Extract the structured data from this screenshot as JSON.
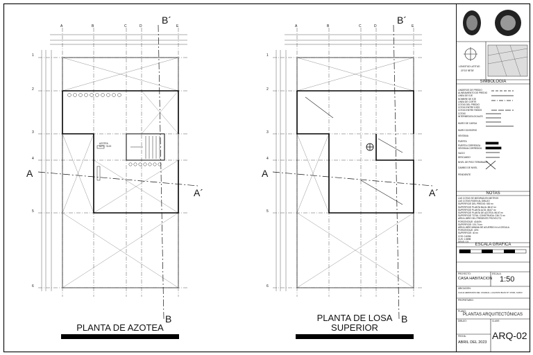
{
  "plans": [
    {
      "title": "PLANTA DE AZOTEA",
      "cut_label": "B"
    },
    {
      "title": "PLANTA DE LOSA\nSUPERIOR",
      "cut_label": "B"
    }
  ],
  "grid": {
    "columns": [
      "A",
      "B",
      "C",
      "D",
      "E"
    ],
    "rows": [
      "1",
      "2",
      "3",
      "4",
      "5",
      "6"
    ]
  },
  "section_marks": {
    "b_prime": "B´",
    "a": "A",
    "a_prime": "A´"
  },
  "plan_labels": {
    "azotea_note": "AZOTEA\nN.P.T. +6.00"
  },
  "title_block": {
    "simbologia_header": "SIMBOLOGIA",
    "simbologia_items": [
      "LINDEROS DE PREDIO",
      "ALINEAMIENTO DE PREDIO",
      "LINEA DE EJE",
      "NOMBRE DE EJE",
      "LINEA DE CORTE",
      "COTAS DEL PREDIO",
      "COTAS ENTRE EJES",
      "COTAS ENTRE PAÑOS",
      "COTAS INTERMEDIO/LOCALES",
      "MURO DE CARGA",
      "MURO DIVISORIO",
      "VENTANA",
      "PUERTA",
      "PUERTA CORREDIZA",
      "VENTANA CORREDIZA",
      "VACIO",
      "DESCANSO",
      "NIVEL DE PISO TERMINADO",
      "CAMBIO DE NIVEL",
      "PENDIENTE"
    ],
    "notas_header": "NOTAS",
    "notas_lines": [
      "LAS COTAS SE MEDIRAN EN METROS",
      "LAS COTAS RIGEN AL DIBUJO",
      "SUPERFICIE DEL PREDIO: 500 m²",
      "SUPERFICIE PLANTA BAJA: 88.67 m²",
      "SUPERFICIE PLANTA ALTA: 86.67 m²",
      "SUPERFICIE PLANTA DE AZOTEA: 86.67 m²",
      "SUPERFICIE TOTAL CONSTRUIDA: 236.71 m²",
      "AREA LIBRE DEL PRESENTE PROYECTO",
      "PORCENTAJE: 40.84%",
      "SUPERFICIE: 191.74 m²",
      "AREA LIBRE MINIMA DE ACUERDO A LA CEDULA",
      "PORCENTAJE: 40%",
      "SUPERFICIE: 40 m²",
      "COS: 0.6056",
      "CUS: 1.5898",
      "DENS: 0.5"
    ],
    "location_labels": [
      "LONGITUD LATITUD",
      "20°15'   98°35'"
    ],
    "escala_header": "ESCALA GRAFICA",
    "proyecto_label": "CASA HABITACION",
    "scale": "1:50",
    "plano_name": "PLANTAS ARQUITECTÓNICAS",
    "date": "ABRIL DEL 2023",
    "sheet_code": "ARQ-02",
    "field_labels": [
      "PROYECTO:",
      "ESCALA:",
      "UBICACION:",
      "PROPIETARIO:",
      "PLANO:",
      "DIBUJO:",
      "FECHA:",
      "CLAVE:"
    ],
    "ubicacion_text": "CALLE HERMANOS DEL CASADAL, LAGUNITA BLVD NI° 47000, CHINO"
  },
  "colors": {
    "line": "#111111",
    "thin": "#555555",
    "bar": "#000000"
  }
}
